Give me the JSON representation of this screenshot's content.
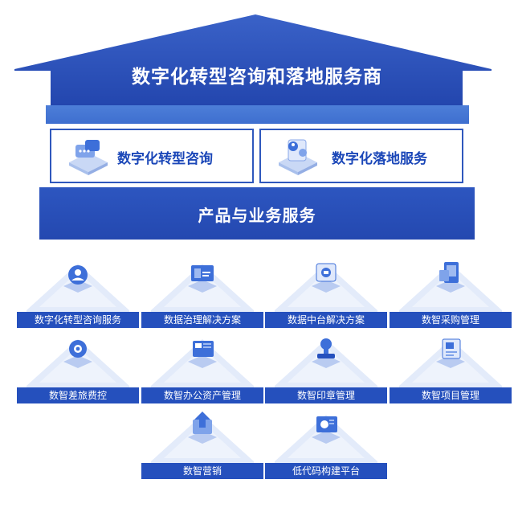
{
  "roof": {
    "title": "数字化转型咨询和落地服务商"
  },
  "pillars": [
    {
      "label": "数字化转型咨询",
      "icon": "consulting-chat-icon"
    },
    {
      "label": "数字化落地服务",
      "icon": "user-service-icon"
    }
  ],
  "base": {
    "label": "产品与业务服务"
  },
  "products": [
    {
      "label": "数字化转型咨询服务",
      "icon": "user-circle-icon"
    },
    {
      "label": "数据治理解决方案",
      "icon": "data-screen-icon"
    },
    {
      "label": "数据中台解决方案",
      "icon": "data-platform-icon"
    },
    {
      "label": "数智采购管理",
      "icon": "procurement-icon"
    },
    {
      "label": "数智差旅费控",
      "icon": "travel-expense-icon"
    },
    {
      "label": "数智办公资产管理",
      "icon": "office-asset-icon"
    },
    {
      "label": "数智印章管理",
      "icon": "seal-icon"
    },
    {
      "label": "数智项目管理",
      "icon": "project-icon"
    },
    {
      "label": "数智营销",
      "icon": "marketing-icon"
    },
    {
      "label": "低代码构建平台",
      "icon": "low-code-icon"
    }
  ],
  "colors": {
    "primary": "#2448b0",
    "accent": "#3e6fcf",
    "tile_label_bg": "#2550bd"
  }
}
